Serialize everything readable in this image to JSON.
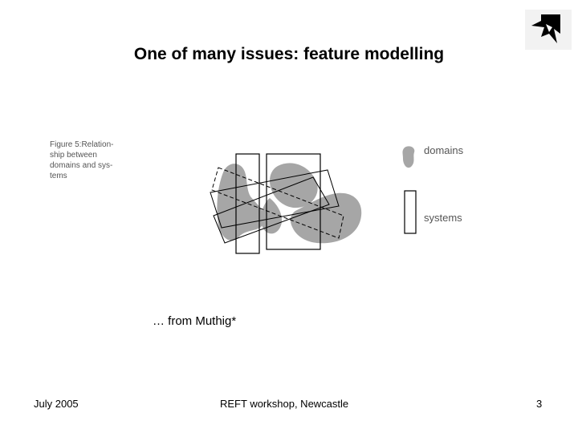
{
  "slide": {
    "title": "One of many issues: feature modelling",
    "source_note": "… from Muthig*"
  },
  "figure": {
    "caption_lines": [
      "Figure 5:Relation-",
      "ship between",
      "domains and sys-",
      "tems"
    ],
    "legend": {
      "domains_label": "domains",
      "systems_label": "systems"
    },
    "colors": {
      "domain_fill": "#a6a6a6",
      "system_stroke": "#000000"
    }
  },
  "footer": {
    "date": "July 2005",
    "event": "REFT workshop, Newcastle",
    "page": "3"
  },
  "logo": {
    "icon": "bird-logo-icon"
  }
}
